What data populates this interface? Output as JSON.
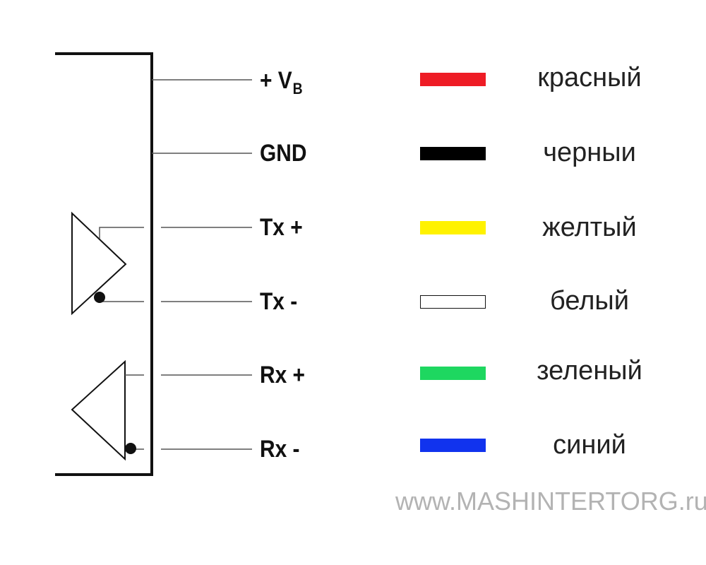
{
  "signals": [
    {
      "label": "+ V",
      "sub": "B"
    },
    {
      "label": "GND",
      "sub": ""
    },
    {
      "label": "Tx +",
      "sub": ""
    },
    {
      "label": "Tx -",
      "sub": ""
    },
    {
      "label": "Rx +",
      "sub": ""
    },
    {
      "label": "Rx -",
      "sub": ""
    }
  ],
  "wires": [
    {
      "color_name": "красный",
      "color": "#ee1c25"
    },
    {
      "color_name": "черныи",
      "color": "#000000"
    },
    {
      "color_name": "желтый",
      "color": "#fff200"
    },
    {
      "color_name": "белый",
      "color": "#ffffff"
    },
    {
      "color_name": "зеленый",
      "color": "#1ed760"
    },
    {
      "color_name": "синий",
      "color": "#1133ee"
    }
  ],
  "watermark": "www.MASHINTERTORG.ru",
  "colors": {
    "line": "#111111",
    "thin_line": "#555555",
    "watermark": "#b3b3b3"
  }
}
